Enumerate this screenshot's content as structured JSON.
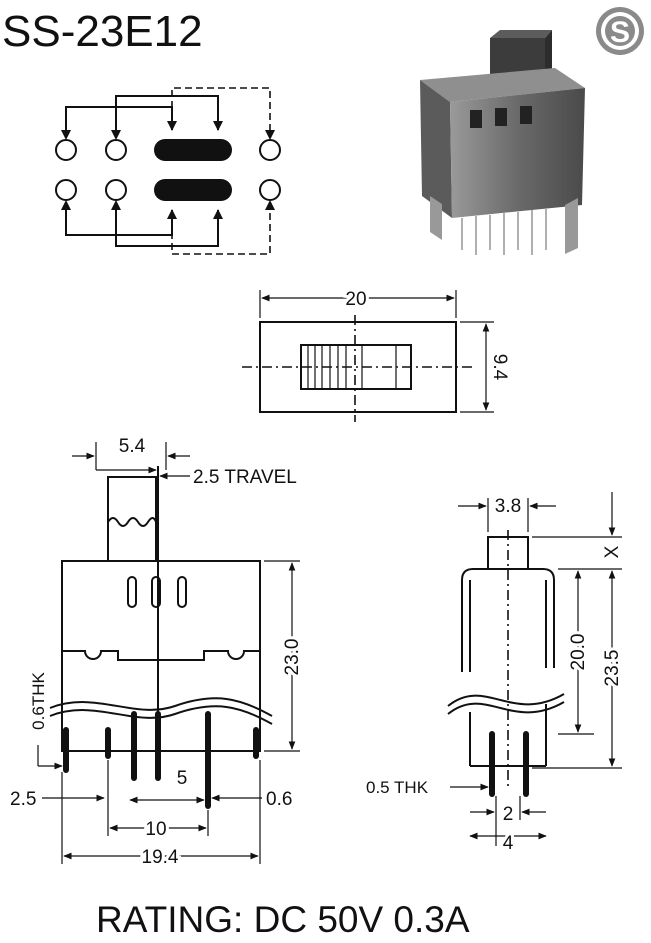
{
  "title": "SS-23E12",
  "logo_letter": "S",
  "rating": "RATING: DC 50V 0.3A",
  "top_view": {
    "width": "20",
    "height": "9.4"
  },
  "front_view": {
    "actuator_width": "5.4",
    "travel": "2.5 TRAVEL",
    "body_height": "23.0",
    "thickness": "0.6THK",
    "left_offset": "2.5",
    "pin_pitch": "5",
    "pin_width": "0.6",
    "row_span": "10",
    "total_width": "19.4"
  },
  "side_view": {
    "actuator_width": "3.8",
    "actuator_height": "X",
    "body_height": "20.0",
    "total_height": "23.5",
    "pin_thickness": "0.5 THK",
    "pin_pitch": "2",
    "pin_span": "4"
  },
  "colors": {
    "ink": "#111111",
    "logo_gray": "#8a8a8a",
    "photo_body": "#6e6e6e"
  }
}
